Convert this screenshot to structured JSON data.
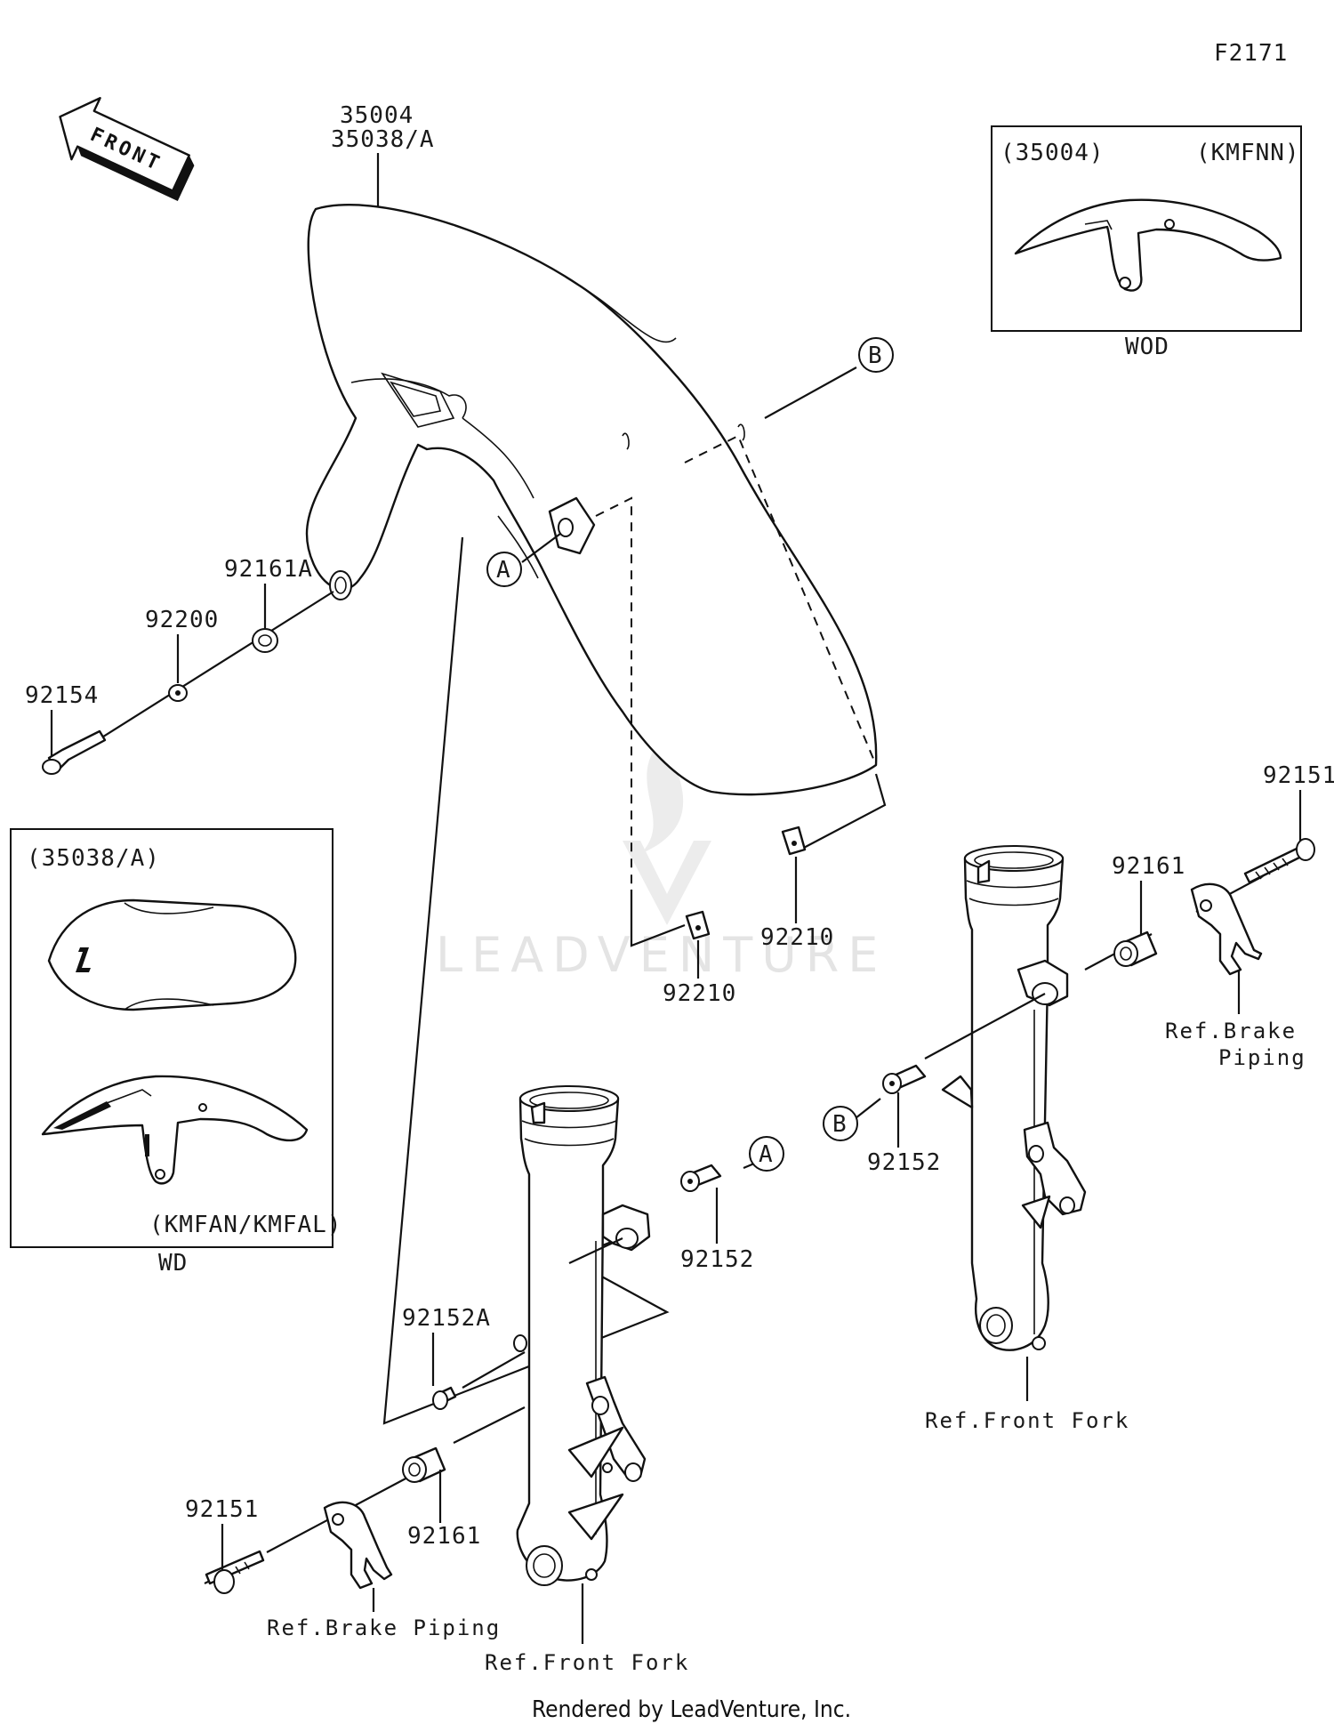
{
  "diagram_code": "F2171",
  "front_arrow": {
    "label": "FRONT",
    "icon": "front-direction-arrow-icon"
  },
  "callouts": {
    "fender_main": [
      "35004",
      "35038/A"
    ],
    "bolt_92154": "92154",
    "washer_92200": "92200",
    "grommet_92161a": "92161A",
    "clip_92210_upper": "92210",
    "clip_92210_lower": "92210",
    "bolt_92151_right": "92151",
    "collar_92161_right": "92161",
    "bolt_92152_right": "92152",
    "bolt_92152_left": "92152",
    "bolt_92152a": "92152A",
    "collar_92161_left": "92161",
    "bolt_92151_left": "92151"
  },
  "refs": {
    "brake_piping_right": [
      "Ref.Brake",
      "Piping"
    ],
    "front_fork_right": "Ref.Front Fork",
    "brake_piping_left": "Ref.Brake Piping",
    "front_fork_left": "Ref.Front Fork"
  },
  "markers": {
    "a": "A",
    "b": "B"
  },
  "inset_wod": {
    "part": "(35004)",
    "models": "(KMFNN)",
    "caption": "WOD"
  },
  "inset_wd": {
    "part": "(35038/A)",
    "models": "(KMFAN/KMFAL)",
    "caption": "WD"
  },
  "watermark": "LEADVENTURE",
  "footer": "Rendered by LeadVenture, Inc."
}
